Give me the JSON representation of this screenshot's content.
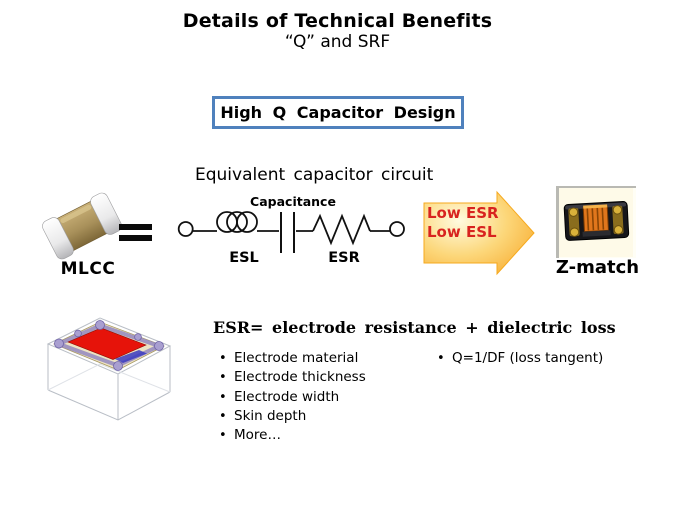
{
  "slide": {
    "title": "Details of Technical Benefits",
    "subtitle": "“Q” and SRF",
    "banner_label": "High Q Capacitor Design",
    "circuit_heading": "Equivalent capacitor circuit"
  },
  "mlcc": {
    "label": "MLCC"
  },
  "circuit": {
    "capacitance_label": "Capacitance",
    "esl_label": "ESL",
    "esr_label": "ESR"
  },
  "arrow": {
    "line1": "Low ESR",
    "line2": "Low ESL"
  },
  "zmatch": {
    "label": "Z-match"
  },
  "esr_section": {
    "heading": "ESR= electrode resistance + dielectric loss",
    "bullets_left": [
      "Electrode material",
      "Electrode thickness",
      "Electrode width",
      "Skin depth",
      "More…"
    ],
    "bullets_right": [
      "Q=1/DF (loss tangent)"
    ]
  },
  "colors": {
    "banner_border": "#4F81BD",
    "arrow_light": "#FFFBE0",
    "arrow_mid": "#FCD77A",
    "arrow_dark": "#F6A01C",
    "arrow_text": "#D8231F",
    "mlcc_body": "#A8905A",
    "electrode_red": "#E6130A",
    "cad_purple": "#9388C0"
  }
}
